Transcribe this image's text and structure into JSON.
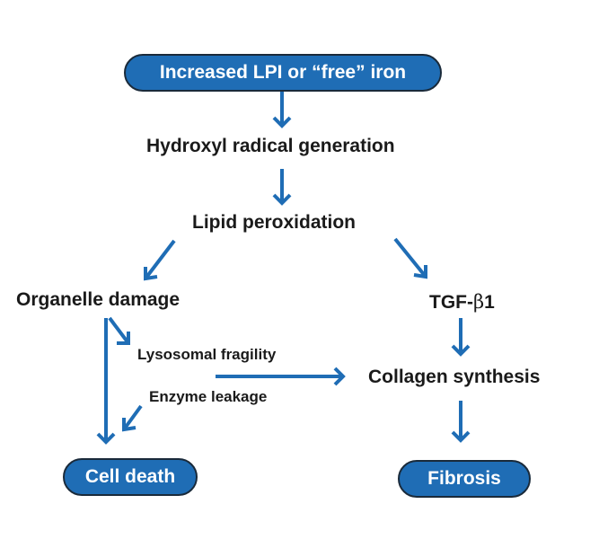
{
  "nodes": {
    "start": "Increased LPI or “free” iron",
    "hydroxyl": "Hydroxyl radical generation",
    "lipid": "Lipid peroxidation",
    "organelle": "Organelle damage",
    "tgf_prefix": "TGF-",
    "tgf_greek": "β",
    "tgf_suffix": "1",
    "lysosomal": "Lysosomal fragility",
    "enzyme": "Enzyme leakage",
    "collagen": "Collagen synthesis",
    "cell_death": "Cell death",
    "fibrosis": "Fibrosis"
  },
  "colors": {
    "accent": "#1f6db5",
    "outline": "#1a2a3a",
    "text": "#1a1a1a"
  }
}
